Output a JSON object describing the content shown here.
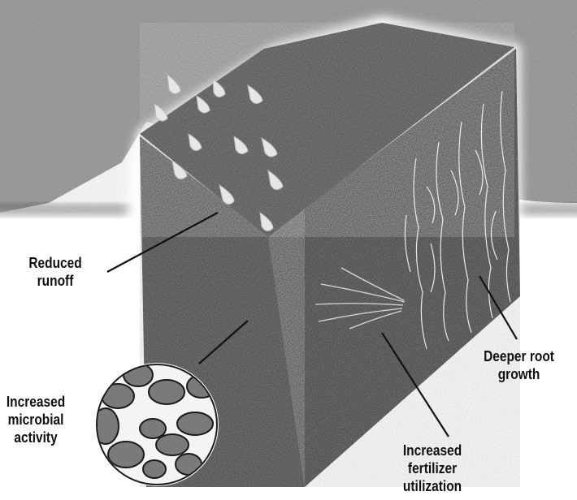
{
  "labels": {
    "reduced_runoff": [
      "Reduced",
      "runoff"
    ],
    "microbial_activity": [
      "Increased",
      "microbial",
      "activity"
    ],
    "fertilizer_utilization": [
      "Increased",
      "fertilizer",
      "utilization"
    ],
    "deeper_root_growth": [
      "Deeper root",
      "growth"
    ]
  },
  "colors": {
    "background_grass": "#8a8a8a",
    "soil_front": "#3d3d3d",
    "soil_side": "#353535",
    "grass_top": "#474747",
    "roots": "#e8e8e8",
    "droplets": "#e6e6e6",
    "leader_lines": "#111111"
  }
}
